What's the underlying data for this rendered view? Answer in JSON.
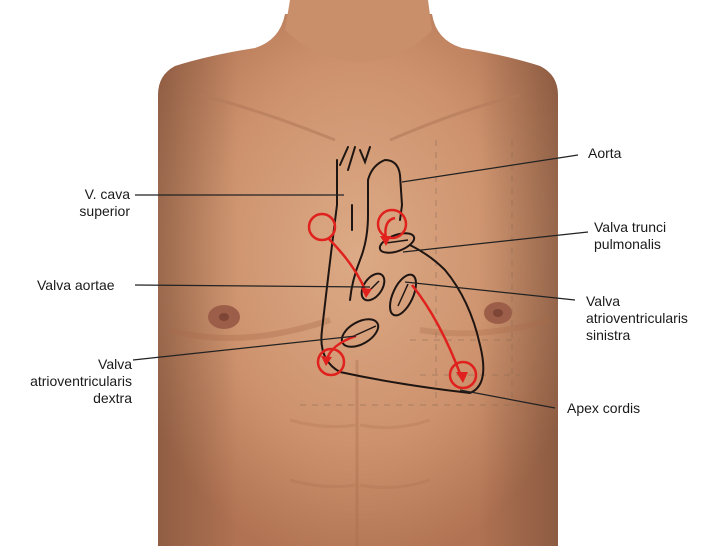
{
  "labels": {
    "aorta": "Aorta",
    "vena_cava": [
      "V. cava",
      "superior"
    ],
    "valva_trunci": [
      "Valva trunci",
      "pulmonalis"
    ],
    "valva_aortae": "Valva aortae",
    "valva_av_sinistra": [
      "Valva",
      "atrioventricularis",
      "sinistra"
    ],
    "valva_av_dextra": [
      "Valva",
      "atrioventricularis",
      "dextra"
    ],
    "apex": "Apex cordis"
  },
  "colors": {
    "skin_light": "#d9a37f",
    "skin_mid": "#c98d68",
    "skin_dark": "#b27454",
    "outline": "#1e1512",
    "auscultation": "#e0211d",
    "leader": "#222222"
  }
}
